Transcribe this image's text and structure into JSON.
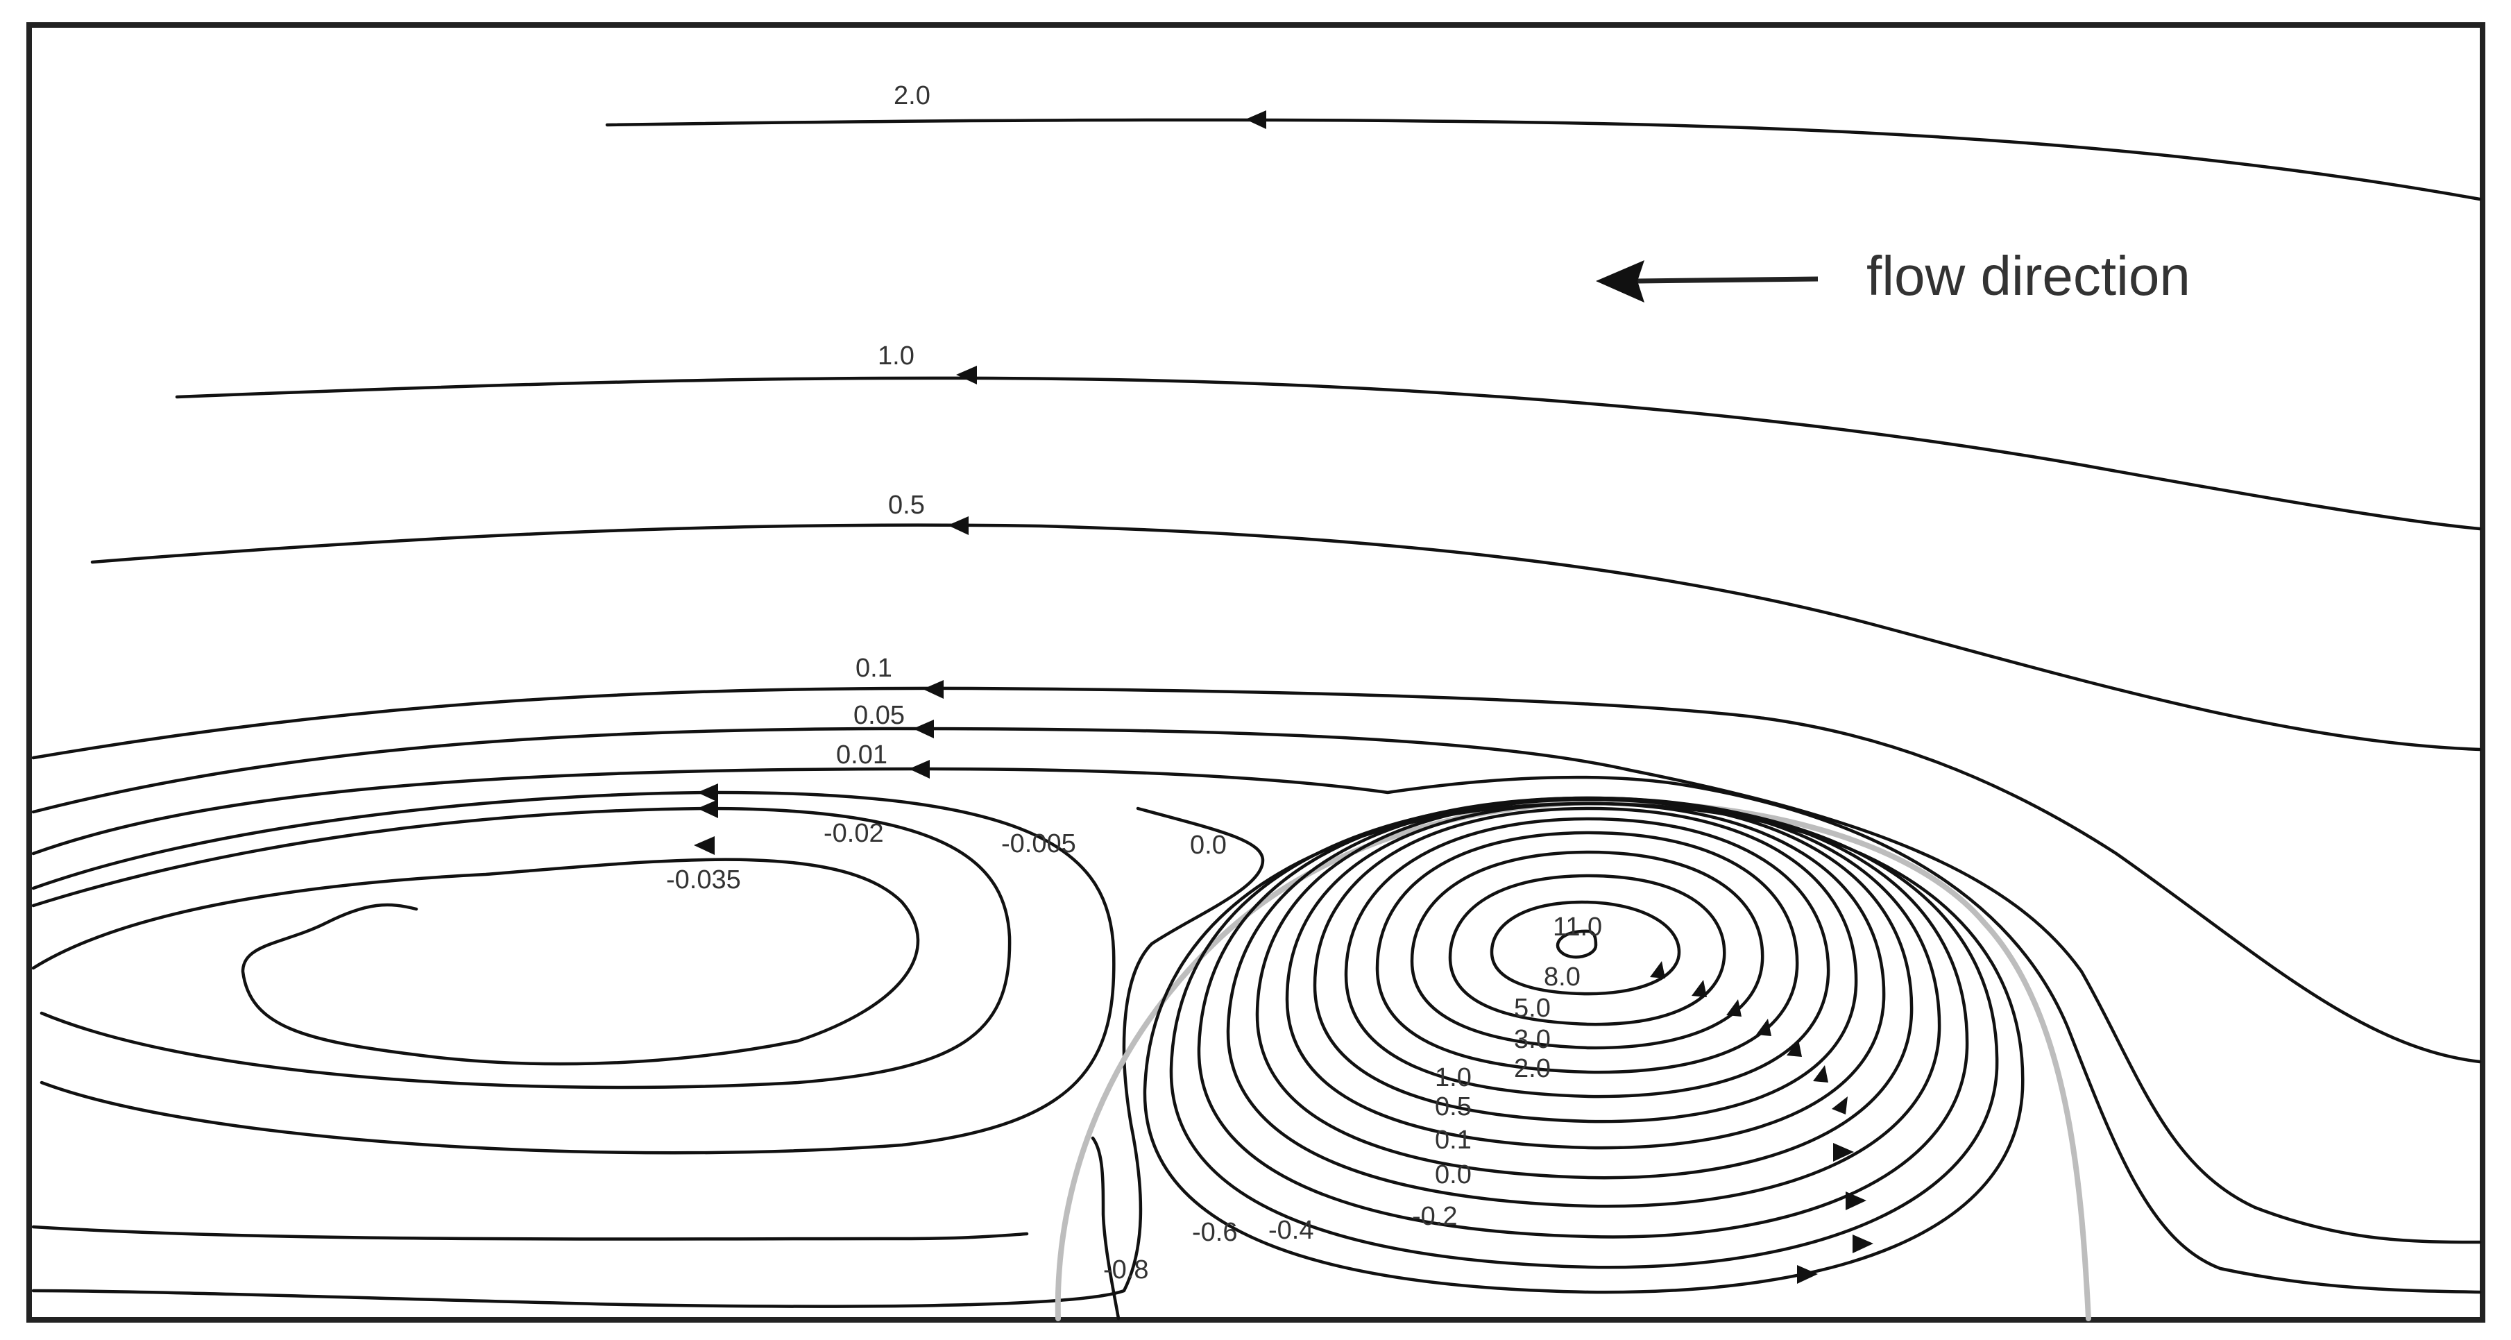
{
  "diagram": {
    "annotation": "flow direction",
    "streamline_labels": {
      "s20": "2.0",
      "s10": "1.0",
      "s05": "0.5",
      "s01": "0.1",
      "s005": "0.05",
      "s001": "0.01",
      "m002": "-0.02",
      "m0005": "-0.005",
      "zero_upper": "0.0",
      "m0035": "-0.035",
      "v110": "11.0",
      "v80": "8.0",
      "v50": "5.0",
      "v30": "3.0",
      "v20": "2.0",
      "v10": "1.0",
      "v05": "0.5",
      "v01": "0.1",
      "v00": "0.0",
      "m02": "-0.2",
      "m06": "-0.6",
      "m04": "-0.4",
      "m08": "-0.8"
    },
    "colors": {
      "streamline": "#111111",
      "separation_curve": "#bdbdbd",
      "frame": "#222222"
    }
  }
}
